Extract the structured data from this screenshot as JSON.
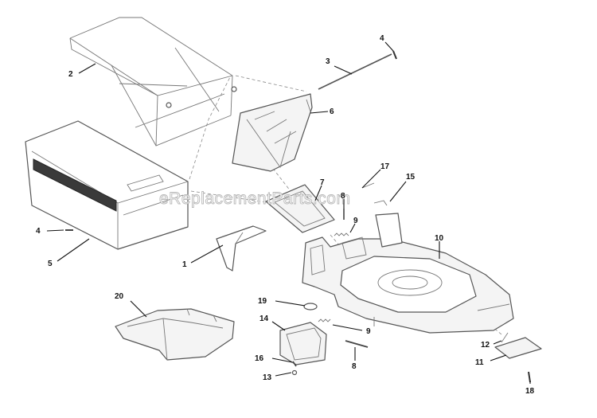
{
  "watermark": "eReplacementParts.com",
  "callouts": {
    "c1": "1",
    "c2": "2",
    "c3": "3",
    "c4a": "4",
    "c4b": "4",
    "c5": "5",
    "c6": "6",
    "c7": "7",
    "c8a": "8",
    "c8b": "8",
    "c9a": "9",
    "c9b": "9",
    "c10": "10",
    "c11": "11",
    "c12": "12",
    "c13": "13",
    "c14": "14",
    "c15": "15",
    "c16": "16",
    "c17": "17",
    "c18": "18",
    "c19": "19",
    "c20": "20"
  }
}
